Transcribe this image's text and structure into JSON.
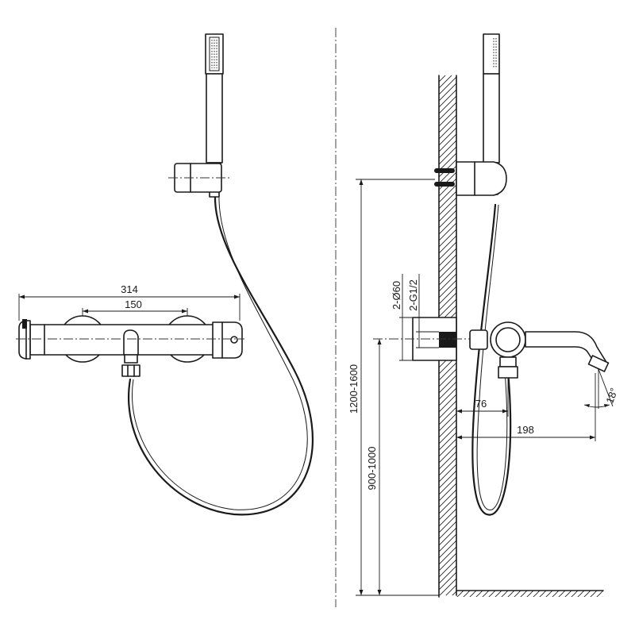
{
  "dimensions": {
    "front_overall_width": "314",
    "front_inlet_centers": "150",
    "side_mounting_height": "1200-1600",
    "side_mixer_height": "900-1000",
    "side_inlet_diameter": "2-Ø60",
    "side_inlet_thread": "2-G1/2",
    "side_spout_offset_short": "76",
    "side_spout_offset_long": "198",
    "side_spout_angle": "18°"
  },
  "colors": {
    "line": "#1a1a1a",
    "background": "#ffffff"
  }
}
